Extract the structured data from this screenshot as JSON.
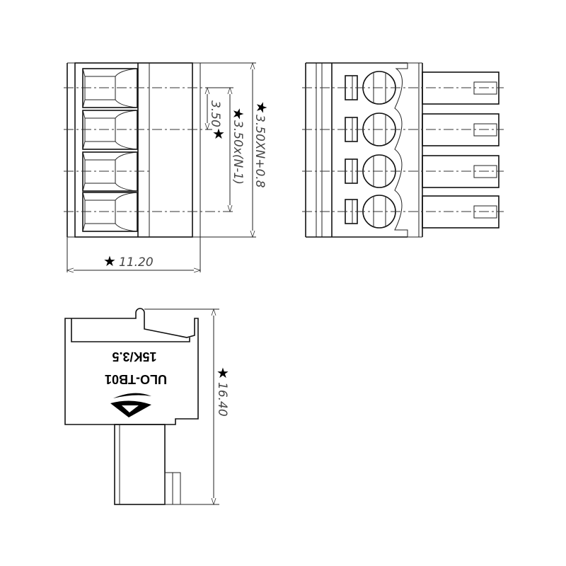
{
  "dimensions": {
    "width": "11.20",
    "pitch": "3.50",
    "pitch_span": "3.50x(N-1)",
    "overall_length": "3.50XN+0.8",
    "height": "16.40",
    "star_symbol": "★"
  },
  "marking": {
    "model": "ULO-TB01",
    "spec": "15K/3.5"
  },
  "poles": 4,
  "colors": {
    "line": "#111111",
    "background": "#ffffff"
  }
}
